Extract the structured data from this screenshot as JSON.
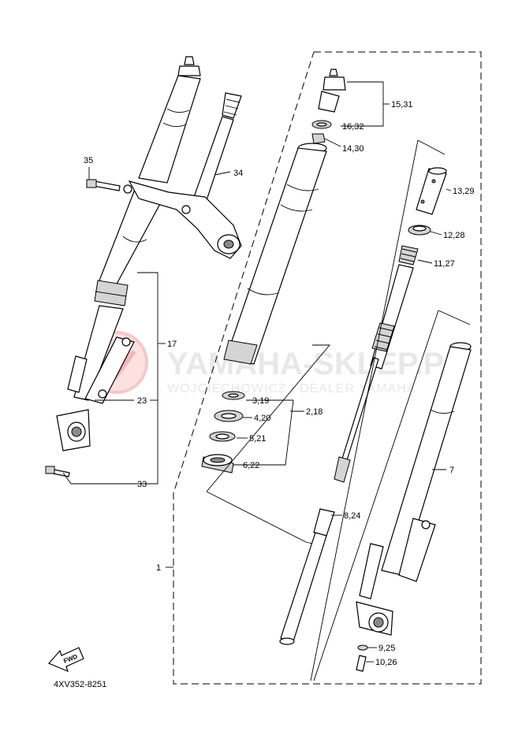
{
  "watermark": {
    "line1": "YAMAHA-SKLEP.PL",
    "line2": "WOJCIECHOWICZ I DEALER YAMAHA"
  },
  "diagram_code": "4XV352-8251",
  "fwd_label": "FWD",
  "callouts": {
    "p35": "35",
    "p34": "34",
    "p17": "17",
    "p23": "23",
    "p33": "33",
    "p1": "1",
    "p15_31": "15,31",
    "p16_32": "16,32",
    "p14_30": "14,30",
    "p13_29": "13,29",
    "p12_28": "12,28",
    "p11_27": "11,27",
    "p3_19": "3,19",
    "p4_20": "4,20",
    "p2_18": "2,18",
    "p5_21": "5,21",
    "p6_22": "6,22",
    "p8_24": "8,24",
    "p7": "7",
    "p9_25": "9,25",
    "p10_26": "10,26"
  }
}
